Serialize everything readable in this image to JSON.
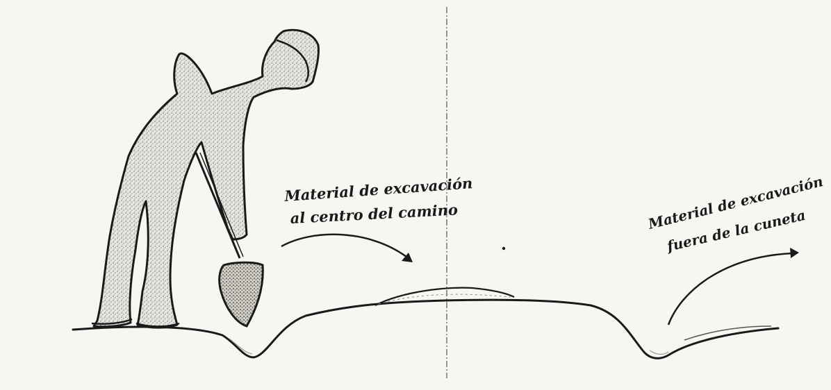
{
  "labels": {
    "center": {
      "line1": "Material de excavación",
      "line2": "al centro del camino"
    },
    "outside": {
      "line1": "Material de excavación",
      "line2": "fuera de la cuneta"
    }
  },
  "colors": {
    "ink": "#1a1a1a",
    "paper": "#f7f6f2",
    "stipple": "#6e6e6e"
  }
}
